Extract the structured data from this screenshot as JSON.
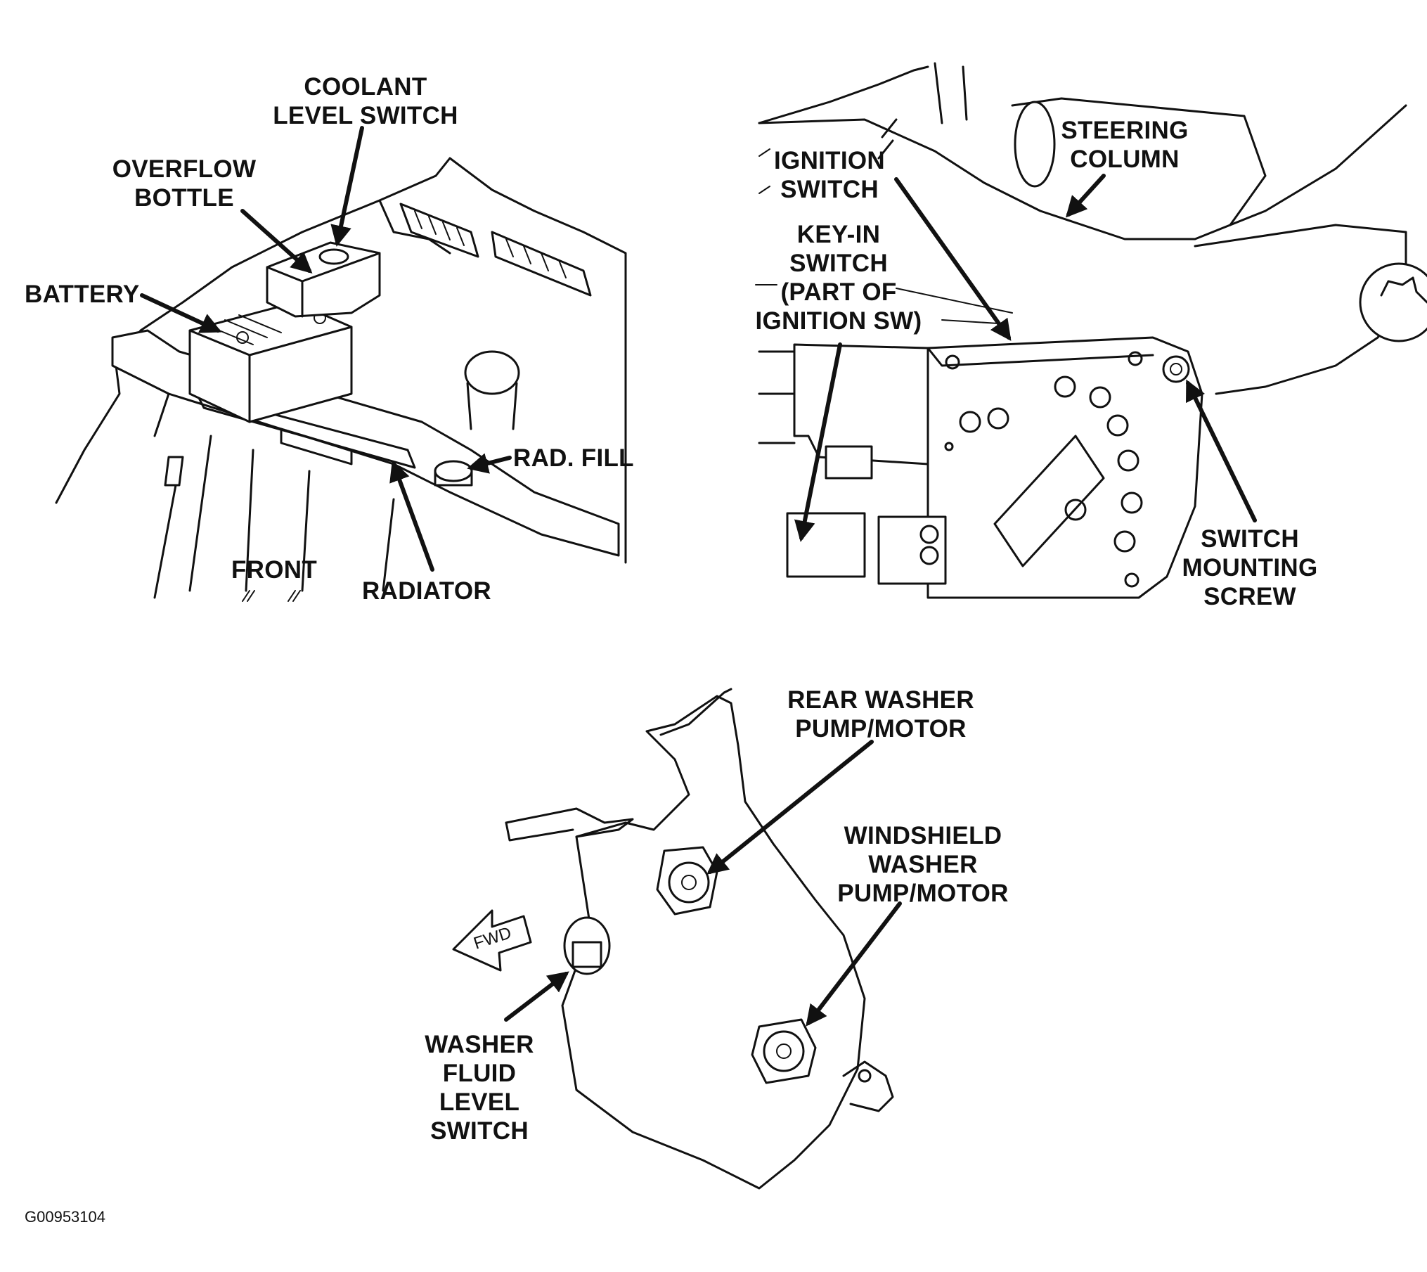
{
  "labels": {
    "coolant_level_switch": [
      "COOLANT",
      "LEVEL SWITCH"
    ],
    "overflow_bottle": [
      "OVERFLOW",
      "BOTTLE"
    ],
    "battery": [
      "BATTERY"
    ],
    "rad_fill": [
      "RAD. FILL"
    ],
    "front": [
      "FRONT"
    ],
    "radiator": [
      "RADIATOR"
    ],
    "ignition_switch": [
      "IGNITION",
      "SWITCH"
    ],
    "steering_column": [
      "STEERING",
      "COLUMN"
    ],
    "key_in_switch": [
      "KEY-IN",
      "SWITCH",
      "(PART OF",
      "IGNITION SW)"
    ],
    "switch_mounting_screw": [
      "SWITCH",
      "MOUNTING",
      "SCREW"
    ],
    "rear_washer_pump_motor": [
      "REAR WASHER",
      "PUMP/MOTOR"
    ],
    "windshield_washer_pump_motor": [
      "WINDSHIELD",
      "WASHER",
      "PUMP/MOTOR"
    ],
    "washer_fluid_level_switch": [
      "WASHER",
      "FLUID",
      "LEVEL",
      "SWITCH"
    ],
    "fwd": "FWD"
  },
  "figure_id": "G00953104"
}
